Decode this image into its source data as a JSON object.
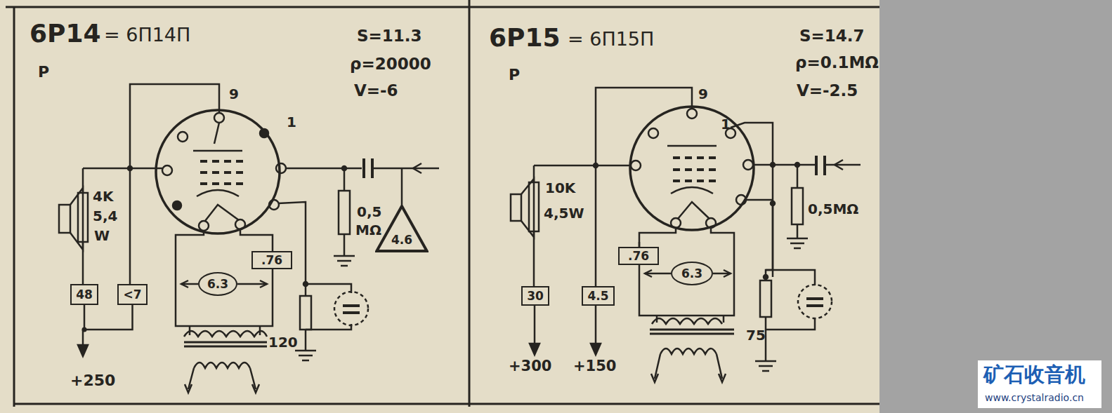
{
  "diagram": {
    "nodes": [
      {
        "text": [
          "48"
        ]
      },
      {
        "text": [
          "<7"
        ]
      },
      {
        "text": [
          ".76"
        ]
      },
      {
        "text": [
          "6.3"
        ]
      },
      {
        "text": [
          "4.6"
        ]
      },
      {
        "text": [
          "30"
        ]
      },
      {
        "text": [
          "4.5"
        ]
      },
      {
        "text": [
          ".76"
        ]
      },
      {
        "text": [
          "6.3"
        ]
      }
    ],
    "edges": [
      {
        "from": 0,
        "to": 1,
        "arrow": "none"
      }
    ],
    "labels": [
      "6P14",
      "= 6П14П",
      "P",
      "S=11.3",
      "ρ=20000",
      "V=-6",
      "9",
      "1",
      "4K",
      "5,4",
      "W",
      "0,5",
      "MΩ",
      "120",
      "+250",
      "6P15",
      "= 6П15П",
      "P",
      "S=14.7",
      "ρ=0.1MΩ",
      "V=-2.5",
      "9",
      "1",
      "10K",
      "4,5W",
      "0,5MΩ",
      "75",
      "+300",
      "+150",
      "矿石收音机",
      "www.crystalradio.cn"
    ]
  }
}
